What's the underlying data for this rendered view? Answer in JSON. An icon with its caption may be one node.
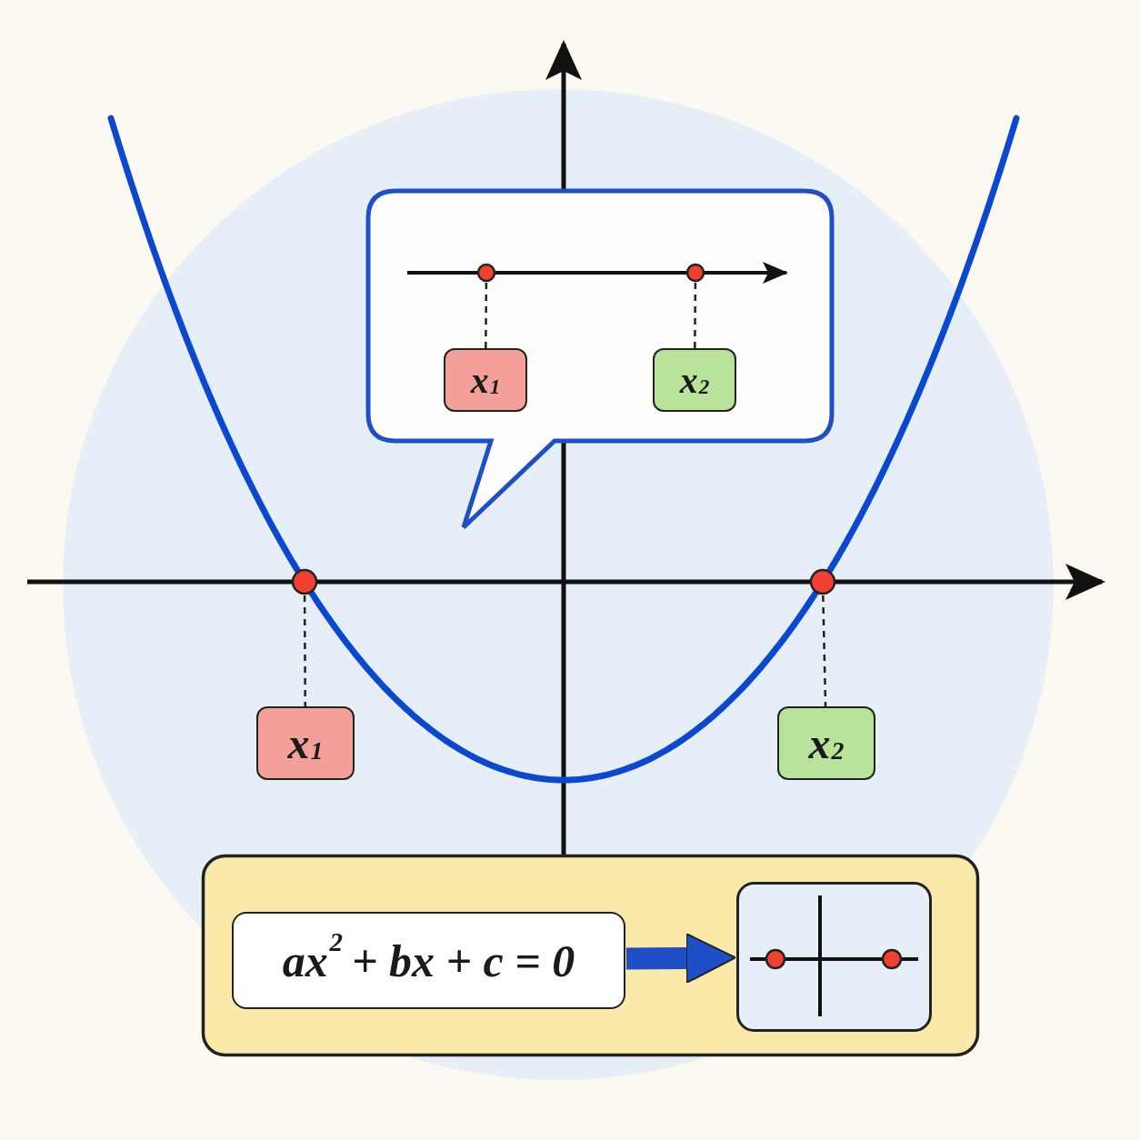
{
  "diagram": {
    "nodes": [
      {
        "text": [],
        "shape": "bubble"
      },
      {
        "text": [],
        "shape": "circle",
        "in": 0
      },
      {
        "text": [],
        "shape": "circle",
        "in": 0
      },
      {
        "text": [
          "x$_{1}$"
        ],
        "in": 0
      },
      {
        "text": [
          "x$_{2}$"
        ],
        "in": 0
      },
      {
        "text": [],
        "shape": "circle"
      },
      {
        "text": [],
        "shape": "circle"
      },
      {
        "text": [
          "x$_{1}$"
        ]
      },
      {
        "text": [
          "x$_{2}$"
        ]
      },
      {
        "text": [],
        "shape": "box"
      },
      {
        "text": [
          "ax$^{2}$ + bx + c = 0"
        ],
        "in": 9
      },
      {
        "text": [],
        "shape": "picture",
        "in": 9
      }
    ],
    "edges": [
      {
        "from": 1,
        "to": 3,
        "arrow": "none",
        "style": "dashed"
      },
      {
        "from": 2,
        "to": 4,
        "arrow": "none",
        "style": "dashed"
      },
      {
        "from": 5,
        "to": 7,
        "arrow": "none",
        "style": "dashed"
      },
      {
        "from": 6,
        "to": 8,
        "arrow": "none",
        "style": "dashed"
      },
      {
        "from": 10,
        "to": 11,
        "arrow": "to",
        "style": "thick",
        "color": "#1f4fc6"
      }
    ]
  }
}
